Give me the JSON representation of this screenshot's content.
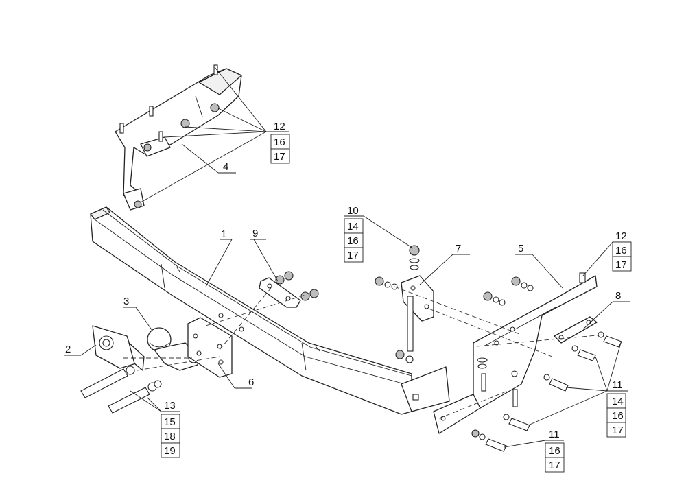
{
  "callouts": [
    {
      "id": "c1",
      "numbers": [
        "1"
      ]
    },
    {
      "id": "c2",
      "numbers": [
        "2"
      ]
    },
    {
      "id": "c3",
      "numbers": [
        "3"
      ]
    },
    {
      "id": "c4",
      "numbers": [
        "4"
      ]
    },
    {
      "id": "c5",
      "numbers": [
        "5"
      ]
    },
    {
      "id": "c6",
      "numbers": [
        "6"
      ]
    },
    {
      "id": "c7",
      "numbers": [
        "7"
      ]
    },
    {
      "id": "c8",
      "numbers": [
        "8"
      ]
    },
    {
      "id": "c9",
      "numbers": [
        "9"
      ]
    },
    {
      "id": "c12a",
      "numbers": [
        "12",
        "16",
        "17"
      ]
    },
    {
      "id": "c10",
      "numbers": [
        "10",
        "14",
        "16",
        "17"
      ]
    },
    {
      "id": "c12b",
      "numbers": [
        "12",
        "16",
        "17"
      ]
    },
    {
      "id": "c11a",
      "numbers": [
        "11",
        "14",
        "16",
        "17"
      ]
    },
    {
      "id": "c11b",
      "numbers": [
        "11",
        "16",
        "17"
      ]
    },
    {
      "id": "c13",
      "numbers": [
        "13",
        "15",
        "18",
        "19"
      ]
    }
  ]
}
